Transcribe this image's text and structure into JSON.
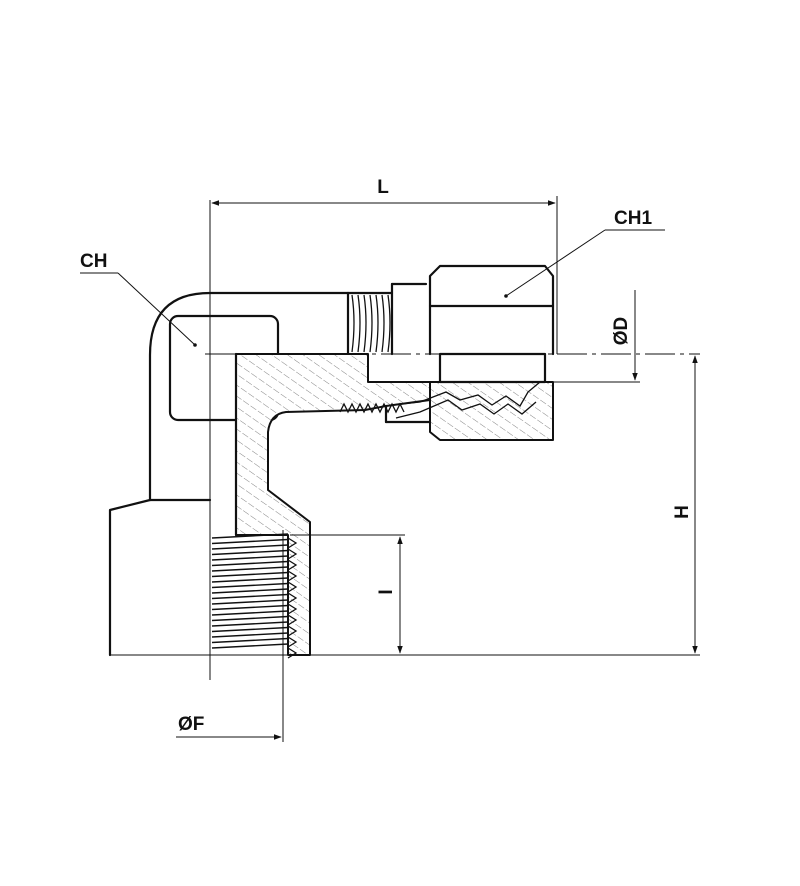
{
  "drawing": {
    "labels": {
      "L": "L",
      "CH": "CH",
      "CH1": "CH1",
      "D": "ØD",
      "H": "H",
      "I": "I",
      "F": "ØF"
    }
  }
}
